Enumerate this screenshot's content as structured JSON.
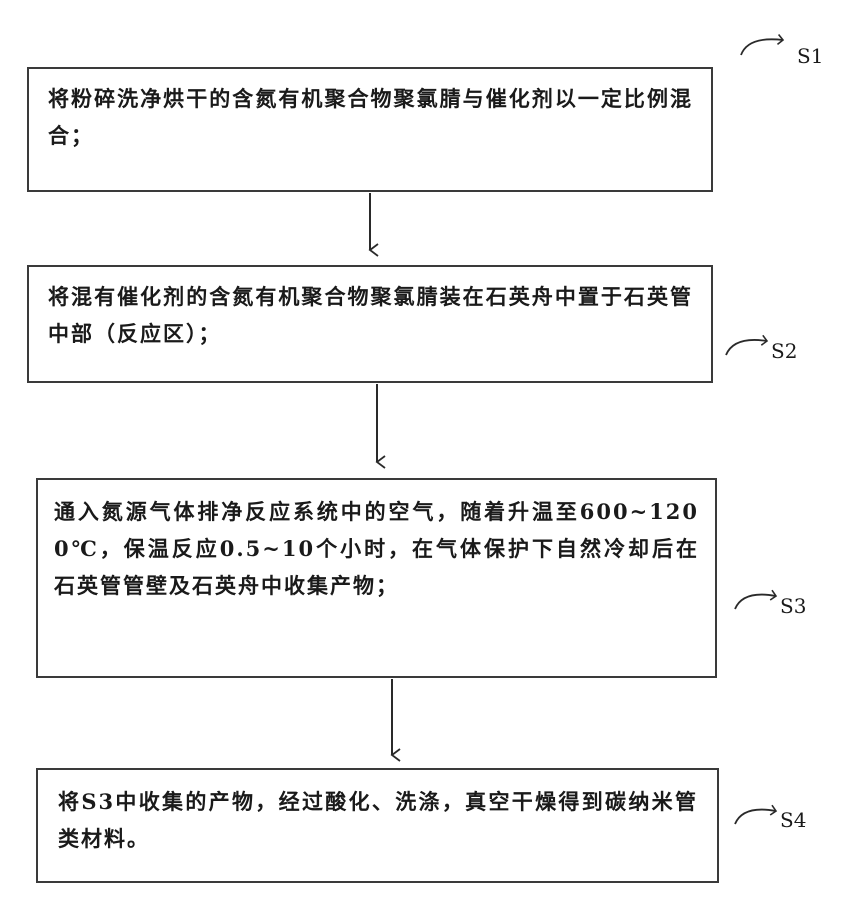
{
  "steps": [
    {
      "label": "S1",
      "text": "将粉碎洗净烘干的含氮有机聚合物聚氯腈与催化剂以一定比例混合；"
    },
    {
      "label": "S2",
      "text": "将混有催化剂的含氮有机聚合物聚氯腈装在石英舟中置于石英管中部（反应区）；"
    },
    {
      "label": "S3",
      "text": "通入氮源气体排净反应系统中的空气，随着升温至600~1200℃，保温反应0.5~10个小时，在气体保护下自然冷却后在石英管管壁及石英舟中收集产物；"
    },
    {
      "label": "S4",
      "text": "将S3中收集的产物，经过酸化、洗涤，真空干燥得到碳纳米管类材料。"
    }
  ]
}
